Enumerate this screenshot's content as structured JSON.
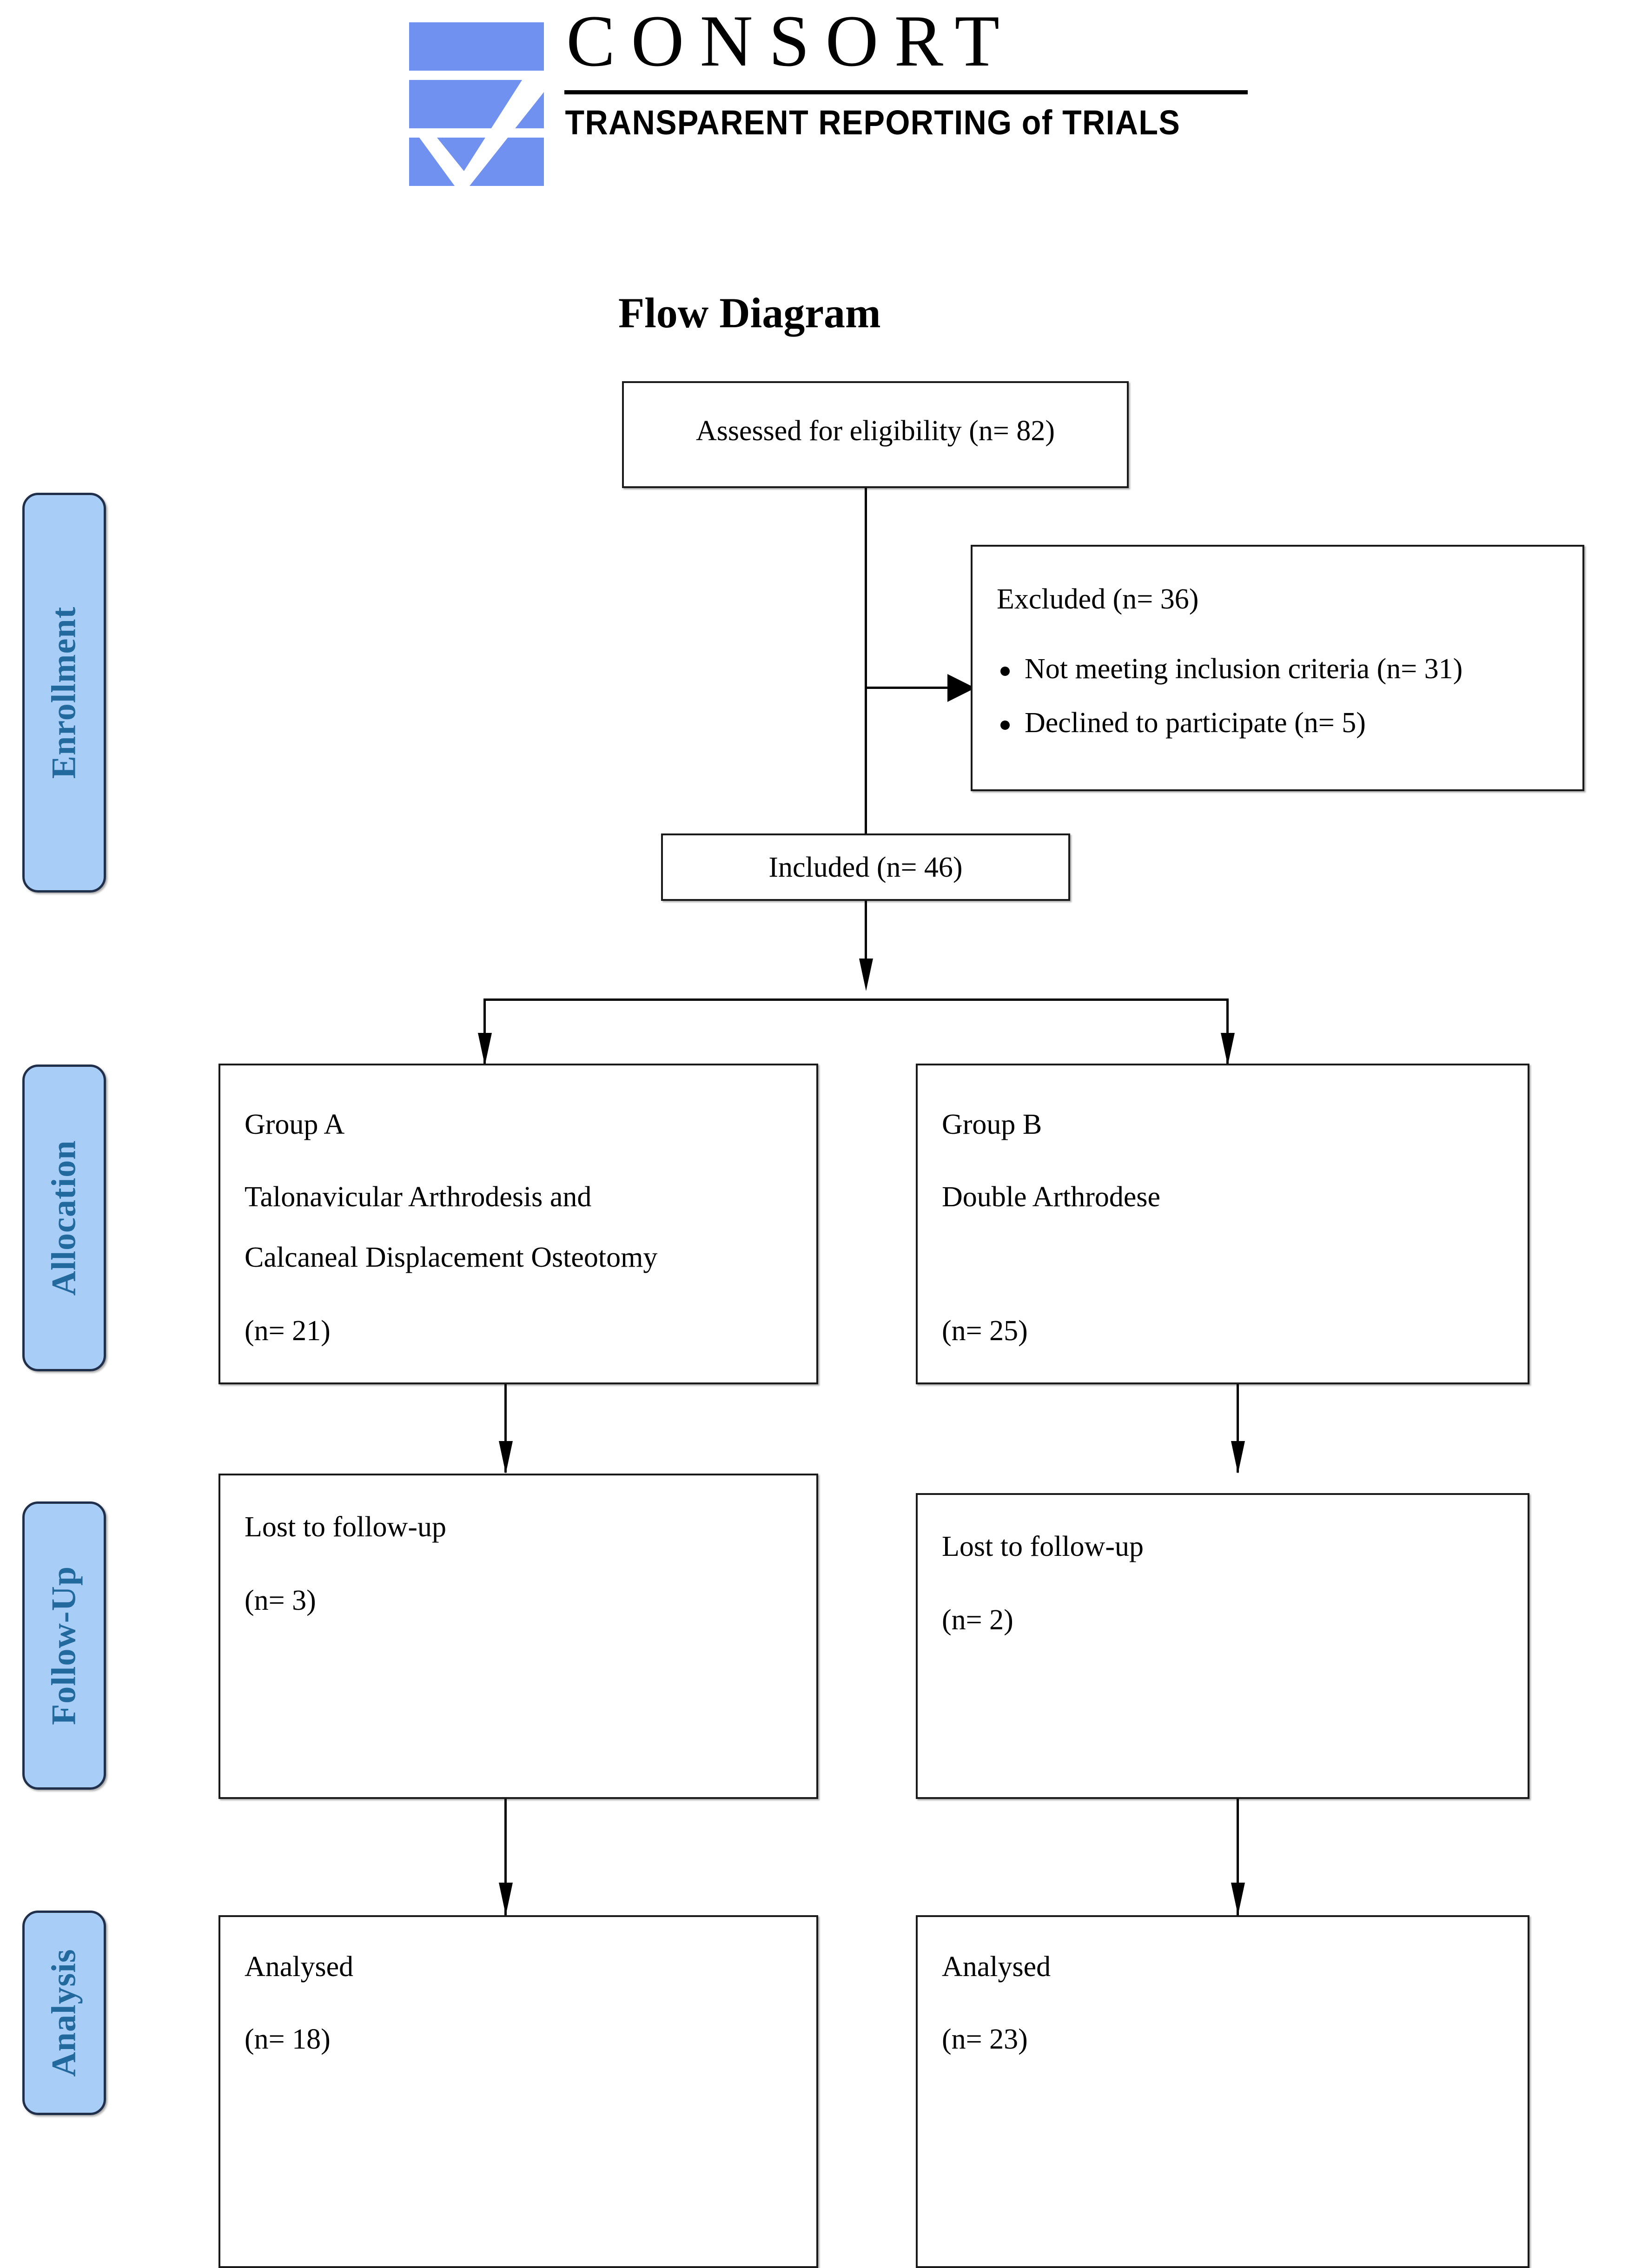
{
  "logo": {
    "wordmark": "CONSORT",
    "tagline": "TRANSPARENT REPORTING of TRIALS",
    "mark_color": "#7191f0"
  },
  "title": "Flow Diagram",
  "stages": [
    {
      "key": "enrollment",
      "label": "Enrollment"
    },
    {
      "key": "allocation",
      "label": "Allocation"
    },
    {
      "key": "followup",
      "label": "Follow-Up"
    },
    {
      "key": "analysis",
      "label": "Analysis"
    }
  ],
  "stage_color": {
    "fill": "#a8cdf7",
    "text": "#22699e",
    "border": "#20304a"
  },
  "boxes": {
    "assessed": {
      "line1": "Assessed for eligibility (n= 82)"
    },
    "excluded": {
      "heading": "Excluded (n= 36)",
      "items": [
        "Not meeting inclusion criteria (n= 31)",
        "Declined to participate (n= 5)"
      ]
    },
    "included": {
      "line1": "Included (n= 46)"
    },
    "group_a": {
      "line1": "Group A",
      "line2": "Talonavicular Arthrodesis and",
      "line3": "Calcaneal Displacement Osteotomy",
      "line4": " (n= 21)"
    },
    "group_b": {
      "line1": "Group B",
      "line2": "Double Arthrodese",
      "line3": " (n= 25)"
    },
    "lost_a": {
      "line1": "Lost to follow-up",
      "line2": "(n= 3)"
    },
    "lost_b": {
      "line1": "Lost to follow-up",
      "line2": " (n= 2)"
    },
    "analysed_a": {
      "line1": "Analysed",
      "line2": "(n= 18)"
    },
    "analysed_b": {
      "line1": "Analysed",
      "line2": "(n= 23)"
    }
  },
  "chart_data": {
    "type": "diagram",
    "title": "Flow Diagram",
    "nodes": [
      {
        "id": "assessed",
        "label": "Assessed for eligibility",
        "n": 82,
        "stage": "Enrollment"
      },
      {
        "id": "excluded",
        "label": "Excluded",
        "n": 36,
        "stage": "Enrollment"
      },
      {
        "id": "excl_crit",
        "label": "Not meeting inclusion criteria",
        "n": 31,
        "stage": "Enrollment"
      },
      {
        "id": "excl_decl",
        "label": "Declined to participate",
        "n": 5,
        "stage": "Enrollment"
      },
      {
        "id": "included",
        "label": "Included",
        "n": 46,
        "stage": "Enrollment"
      },
      {
        "id": "group_a",
        "label": "Group A - Talonavicular Arthrodesis and Calcaneal Displacement Osteotomy",
        "n": 21,
        "stage": "Allocation"
      },
      {
        "id": "group_b",
        "label": "Group B - Double Arthrodese",
        "n": 25,
        "stage": "Allocation"
      },
      {
        "id": "lost_a",
        "label": "Lost to follow-up",
        "n": 3,
        "stage": "Follow-Up"
      },
      {
        "id": "lost_b",
        "label": "Lost to follow-up",
        "n": 2,
        "stage": "Follow-Up"
      },
      {
        "id": "analysed_a",
        "label": "Analysed",
        "n": 18,
        "stage": "Analysis"
      },
      {
        "id": "analysed_b",
        "label": "Analysed",
        "n": 23,
        "stage": "Analysis"
      }
    ],
    "edges": [
      {
        "from": "assessed",
        "to": "excluded"
      },
      {
        "from": "assessed",
        "to": "included"
      },
      {
        "from": "included",
        "to": "group_a"
      },
      {
        "from": "included",
        "to": "group_b"
      },
      {
        "from": "group_a",
        "to": "lost_a"
      },
      {
        "from": "group_b",
        "to": "lost_b"
      },
      {
        "from": "lost_a",
        "to": "analysed_a"
      },
      {
        "from": "lost_b",
        "to": "analysed_b"
      }
    ]
  }
}
